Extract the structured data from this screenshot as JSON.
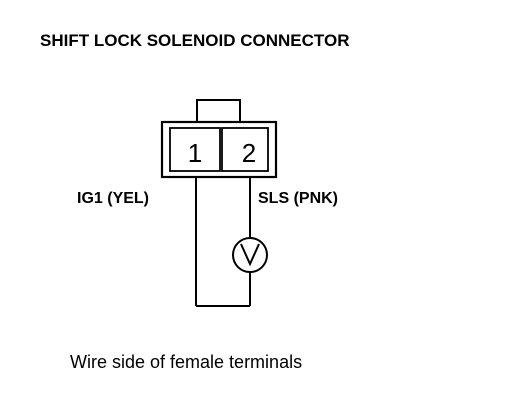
{
  "title": "SHIFT LOCK SOLENOID CONNECTOR",
  "connector": {
    "terminals": [
      "1",
      "2"
    ]
  },
  "wires": {
    "ig1_label": "IG1 (YEL)",
    "sls_label": "SLS (PNK)"
  },
  "meter_icon": "voltmeter-icon",
  "caption": "Wire side of female terminals",
  "colors": {
    "ink": "#000000",
    "background": "#ffffff"
  }
}
